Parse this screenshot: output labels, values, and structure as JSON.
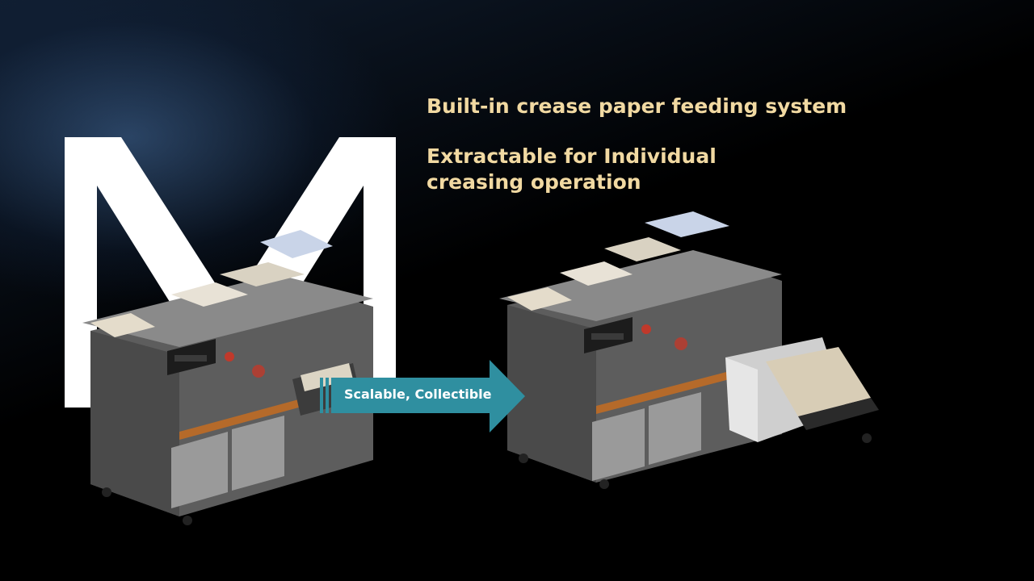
{
  "headline_1": "Built-in crease paper feeding system",
  "headline_2": "Extractable for Individual creasing operation",
  "arrow_label": "Scalable, Collectible",
  "colors": {
    "headline": "#f1d9a2",
    "arrow": "#2f8fa0",
    "machine_body": "#6b6b6b",
    "accent_stripe": "#b56a2a"
  },
  "icons": [
    "big-letter-m",
    "arrow-right-icon",
    "binding-machine-illustration",
    "binding-machine-extended-illustration"
  ]
}
